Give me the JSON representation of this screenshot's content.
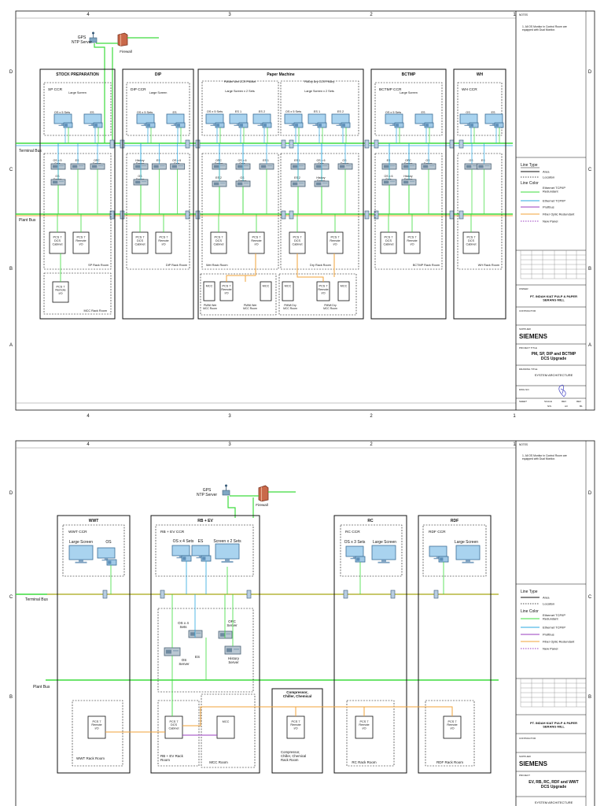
{
  "sheet1": {
    "col_numbers": [
      "4",
      "3",
      "2",
      "1"
    ],
    "row_letters": [
      "D",
      "C",
      "B",
      "A"
    ],
    "gps": "GPS\nNTP Server",
    "firewall": "Firewall",
    "terminal_bus": "Terminal Bus",
    "plant_bus": "Plant Bus",
    "areas": [
      {
        "title": "STOCK PREPARATION",
        "ccr": "SP CCR",
        "screen": "Large Screen",
        "ws": [
          "OS x 5 Sets",
          "ES"
        ],
        "servers": [
          "OS x 5\nSets",
          "ES",
          "OPC\nServer",
          "OS\nServer"
        ],
        "cab": [
          "PCS 7\nDCS\nCabinet",
          "PCS 7\nRemote\nI/O"
        ],
        "rack": "SP Rack Room",
        "mcc_rio": "PCS 7\nRemote\nI/O",
        "mcc": "MCC Rack Room"
      },
      {
        "title": "DIP",
        "ccr": "DIP CCR",
        "screen": "Large Screen",
        "ws": [
          "OS x 5 Sets",
          "ES"
        ],
        "servers": [
          "History\nServer",
          "ES",
          "OS x 6\nSets",
          "OS\nServer"
        ],
        "cab": [
          "PCS 7\nDCS\nCabinet",
          "PCS 7\nRemote\nI/O"
        ],
        "rack": "DIP Rack Room"
      },
      {
        "title": "BCTMP",
        "ccr": "BCTMP CCR",
        "screen": "Large Screen",
        "ws": [
          "OS x 5 Sets",
          "ES"
        ],
        "servers": [
          "ES",
          "OPC\nServer",
          "OS\nServer",
          "OS x 6\nSets",
          "History\nServer"
        ],
        "cab": [
          "PCS 7\nDCS\nCabinet",
          "PCS 7\nRemote\nI/O"
        ],
        "rack": "BCTMP Rack Room"
      },
      {
        "title": "WH",
        "ccr": "WH CCR",
        "ws": [
          "OS",
          "ES"
        ],
        "servers": [
          "OS",
          "ES"
        ],
        "cab": [
          "PCS 7\nDCS\nCabinet"
        ],
        "rack": "WH Rack Room"
      }
    ],
    "pm": {
      "title": "Paper Machine",
      "wet_ccr": "PMWet Wet CCR PMWet",
      "dry_ccr": "PMDry Dry CCR PMDry",
      "screen": "Large Screen x 2 Sets",
      "ws": [
        "OS x 5 Sets",
        "ES 1",
        "ES 2"
      ],
      "wet_servers": [
        "OPC\nServer",
        "OS x 6\nSets",
        "ES 1",
        "ES 2",
        "OS\nServer"
      ],
      "dry_servers": [
        "ES 1",
        "OS x 6\nSets",
        "OS\nServer",
        "ES 2",
        "History\nServer"
      ],
      "wet_cab": [
        "PCS 7\nDCS\nCabinet",
        "PCS 7\nRemote\nI/O"
      ],
      "dry_cab": [
        "PCS 7\nDCS\nCabinet",
        "PCS 7\nRemote\nI/O"
      ],
      "wet_rack": "Wet Rack Room",
      "dry_rack": "Dry Rack Room",
      "mcc_boxes": [
        "MCC",
        "PCS 7\nRemote\nI/O",
        "MCC",
        "MCC",
        "PCS 7\nRemote\nI/O",
        "MCC"
      ],
      "mcc_labels": [
        "PMWt Wet\nMCC Room",
        "PMWt Wet\nMCC Room",
        "PMWt Dry\nMCC Room",
        "PMWt Dry\nMCC Room"
      ]
    },
    "notes_title": "NOTES",
    "note": "1. All OS Monitor in Control Room are\nequipped with Dual Monitor.",
    "legend": {
      "line_type": "Line Type",
      "area": "Area",
      "location": "Location",
      "line_color": "Line Color",
      "eth_red": "Ethernet TCP/IP\nRedundant",
      "eth": "Ethernet TCP/IP",
      "profibus": "Profibus",
      "fiber": "Fiber Optic Redundant",
      "new_panel": "New Panel"
    },
    "owner_label": "OWNER",
    "owner": "PT. INDAH KIAT PULP & PAPER\nSERANG MILL",
    "contractor_label": "CONTRACTOR",
    "supplier_label": "SUPPLIER",
    "supplier": "SIEMENS",
    "project_label": "PROJECT TITLE",
    "project": "PM, SP, DIP and BCTMP\nDCS Upgrade",
    "drawing_label": "DRAWING TITLE",
    "drawing": "SYSTEM ARCHITECTURE",
    "dwg_no": "DWG NO",
    "sheet_row": [
      "SHEET",
      "SCALE",
      "REV",
      "REV"
    ],
    "sheet_vals": [
      "",
      "N/S",
      "A3",
      "B1"
    ]
  },
  "sheet2": {
    "col_numbers": [
      "4",
      "3",
      "2",
      "1"
    ],
    "row_letters": [
      "D",
      "C",
      "B"
    ],
    "gps": "GPS\nNTP Server",
    "firewall": "Firewall",
    "terminal_bus": "Terminal Bus",
    "plant_bus": "Plant Bus",
    "wwt": {
      "title": "WWT",
      "ccr": "WWT CCR",
      "screen": "Large Screen",
      "os": "OS",
      "rio": "PCS 7\nRemote\nI/O",
      "rack": "WWT Rack Room"
    },
    "rbev": {
      "title": "RB + EV",
      "ccr": "RB + EV CCR",
      "ws": [
        "OS x 4 Sets",
        "ES",
        "Screen x 2 Sets"
      ],
      "servers": [
        "OS x 4\nSets",
        "OPC\nServer",
        "OS\nServer",
        "ES",
        "History\nServer"
      ],
      "cab": "PCS 7\nDCS\nCabinet",
      "rack": "RB + EV Rack\nRoom",
      "mcc": "MCC",
      "mcc_room": "MCC Room"
    },
    "ccc": {
      "title": "Compressor,\nChiller, Chemical",
      "rio": "PCS 7\nRemote\nI/O",
      "rack": "Compressor,\nChiller, Chemical\nRack Room"
    },
    "rc": {
      "title": "RC",
      "ccr": "RC CCR",
      "ws": [
        "OS x 3 Sets",
        "Large Screen"
      ],
      "rio": "PCS 7\nRemote\nI/O",
      "rack": "RC Rack Room"
    },
    "rdf": {
      "title": "RDF",
      "ccr": "RDF CCR",
      "ws": [
        "Large Screen"
      ],
      "rio": "PCS 7\nRemote\nI/O",
      "rack": "RDF Rack Room"
    },
    "notes_title": "NOTES",
    "note": "1. All OS Monitor in Control Room are\nequipped with Dual Monitor.",
    "legend": {
      "line_type": "Line Type",
      "area": "Area",
      "location": "Location",
      "line_color": "Line Color",
      "eth_red": "Ethernet TCP/IP\nRedundant",
      "eth": "Ethernet TCP/IP",
      "profibus": "Profibus",
      "fiber": "Fiber Optic Redundant",
      "new_panel": "New Panel"
    },
    "owner": "PT. INDAH KIAT PULP & PAPER\nSERANG MILL",
    "contractor_label": "CONTRACTOR",
    "supplier_label": "SUPPLIER",
    "supplier": "SIEMENS",
    "project_label": "PROJECT",
    "project": "EV, RB, RC, RDF and WWT\nDCS Upgrade",
    "drawing": "SYSTEM ARCHITECTURE"
  },
  "colors": {
    "green": "#3ddc3d",
    "blue": "#2aa8e0",
    "orange": "#f2a33a",
    "purple": "#9a3dbf",
    "siemens": "#009999"
  }
}
